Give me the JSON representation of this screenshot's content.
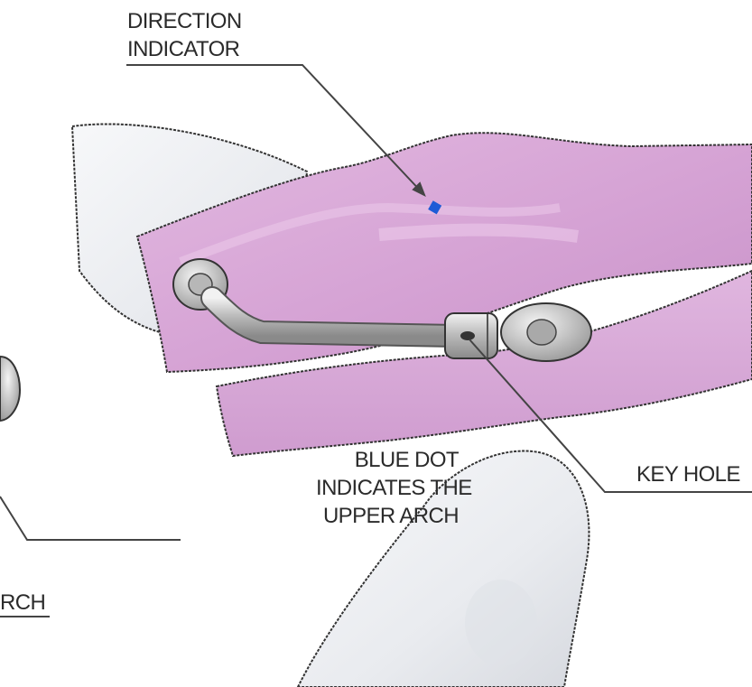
{
  "labels": {
    "direction_indicator": [
      "DIRECTION",
      "INDICATOR"
    ],
    "blue_dot": [
      "BLUE DOT",
      "INDICATES THE",
      "UPPER ARCH"
    ],
    "key_hole": "KEY HOLE",
    "cropped_arch": "RCH"
  },
  "colors": {
    "tray": "#d9a9d8",
    "tray_shade": "#c58fc6",
    "glove": "#eceef2",
    "metal": "#c9c9c9",
    "blue_dot": "#1e5bd6",
    "leader": "#444444"
  }
}
